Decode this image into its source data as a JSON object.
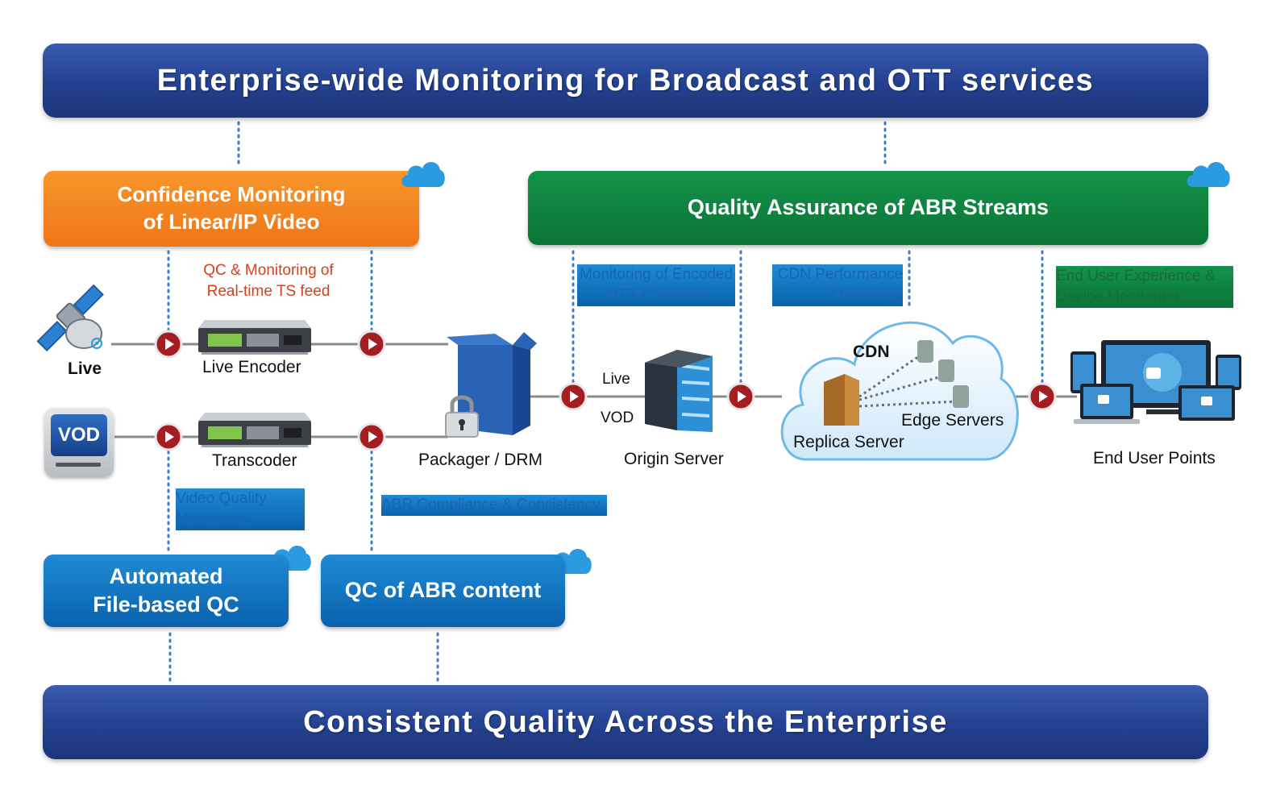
{
  "header": {
    "title": "Enterprise-wide Monitoring for Broadcast and OTT services"
  },
  "footer": {
    "title": "Consistent Quality Across the Enterprise"
  },
  "boxes": {
    "confidence": {
      "line1": "Confidence Monitoring",
      "line2": "of Linear/IP Video"
    },
    "abr_streams": {
      "label": "Quality Assurance of ABR Streams"
    },
    "file_qc": {
      "line1": "Automated",
      "line2": "File-based QC"
    },
    "abr_content": {
      "label": "QC of ABR content"
    }
  },
  "annotations": {
    "qc_monitoring": {
      "line1": "QC & Monitoring of",
      "line2": "Real-time TS feed"
    },
    "encoded_ott": {
      "line1": "Monitoring of Encoded",
      "line2": "OTT Channels"
    },
    "cdn_perf": {
      "line1": "CDN Performance",
      "line2": "Monitoring"
    },
    "end_user_exp": {
      "line1": "End User Experience &",
      "line2": "Device Monitoring"
    },
    "video_quality": {
      "line1": "Video Quality",
      "line2": "Monitoring"
    },
    "abr_compliance": {
      "label": "ABR Compliance & Consistency"
    }
  },
  "nodes": {
    "live": "Live",
    "vod_badge": "VOD",
    "live_encoder": "Live Encoder",
    "transcoder": "Transcoder",
    "packager": "Packager / DRM",
    "origin_live": "Live",
    "origin_vod": "VOD",
    "origin_server": "Origin Server",
    "cdn": "CDN",
    "edge_servers": "Edge Servers",
    "replica_server": "Replica Server",
    "end_user_points": "End User Points"
  },
  "icons": {
    "cloud": "cloud-icon",
    "play": "play-circle-icon",
    "satellite": "satellite-icon",
    "encoder": "rack-device-icon",
    "box": "package-box-icon",
    "lock": "padlock-icon",
    "server": "server-tower-icon",
    "devices": "devices-icon"
  },
  "colors": {
    "banner": "#24418f",
    "orange": "#f07518",
    "green": "#0b7437",
    "blue": "#0a62ad",
    "play": "#a31d22",
    "annotation_red": "#d7401c",
    "annotation_blue": "#1766b3",
    "annotation_green": "#166c3c"
  }
}
